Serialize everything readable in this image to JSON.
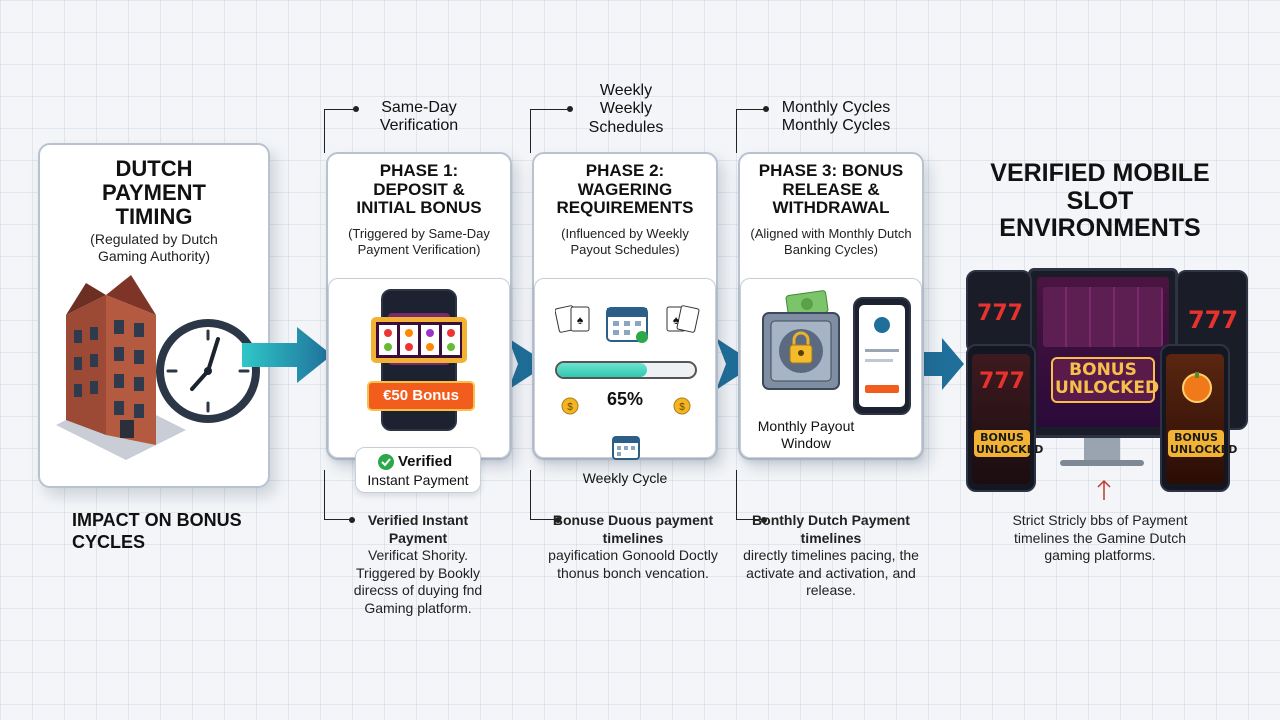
{
  "intro": {
    "title": "Dutch Payment Timing",
    "subtitle": "(Regulated by Dutch Gaming Authority)",
    "impact": "IMPACT ON BONUS CYCLES"
  },
  "phases": [
    {
      "top_label": "Same-Day Verification",
      "title": "Phase 1: Deposit & Initial Bonus",
      "subtitle": "(Triggered by Same-Day Payment Verification)",
      "bonus_badge": "€50 Bonus",
      "badge_title": "Verified",
      "badge_text": "Instant Payment",
      "note_lead": "Verified Instant Payment",
      "note_body": "Verificat Shority. Triggered by Bookly direcss of duying fnd Gaming platform."
    },
    {
      "top_label": "Weekly Weekly Schedules",
      "title": "Phase 2: Wagering Requirements",
      "subtitle": "(Influenced by Weekly Payout Schedules)",
      "progress_label": "65%",
      "progress_value": 65,
      "caption": "Weekly Cycle",
      "note_lead": "Bonuse Duous payment timelines",
      "note_body": "payification Gonoold Doctly thonus bonch vencation."
    },
    {
      "top_label": "Monthly Cycles Monthly Cycles",
      "title": "Phase 3: Bonus Release & Withdrawal",
      "subtitle": "(Aligned with Monthly Dutch Banking Cycles)",
      "caption": "Monthly Payout Window",
      "note_lead": "Bonthly Dutch Payment timelines",
      "note_body": "directly timelines pacing, the activate and activation, and release."
    }
  ],
  "outcome": {
    "title": "Verified Mobile Slot Environments",
    "screen_text": "BONUS UNLOCKED",
    "phone_text": "BONUS UNLOCKED",
    "phone_text_2": "BONUS UNLOCKED",
    "slot_symbol": "777",
    "note": "Strict Stricly bbs of Payment timelines the Gamine Dutch gaming platforms."
  },
  "colors": {
    "arrow": "#1f6f9a",
    "badge": "#f25c1c",
    "progress": "#2fc7b0",
    "check": "#2aa84a"
  },
  "icons": [
    "building-icon",
    "clock-icon",
    "phone-icon",
    "calendar-icon",
    "playing-cards-icon",
    "coin-icon",
    "safe-icon",
    "padlock-icon",
    "money-icon",
    "check-icon",
    "monitor-icon",
    "tablet-icon",
    "arrow-right-icon"
  ]
}
